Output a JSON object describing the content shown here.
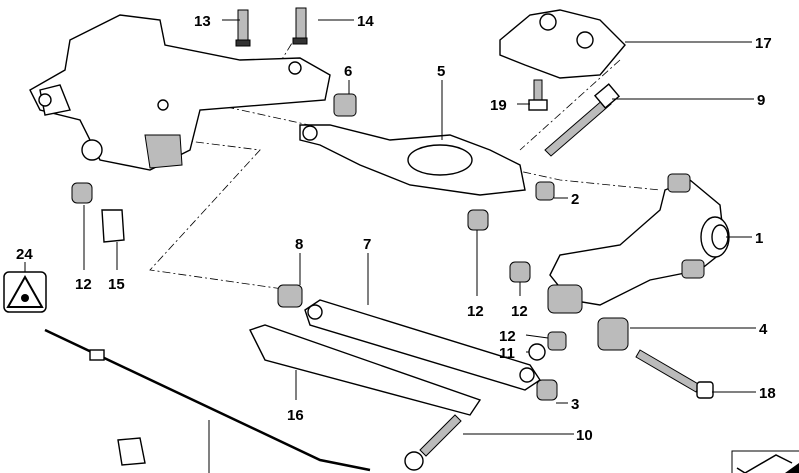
{
  "diagram": {
    "labels": [
      "13",
      "14",
      "17",
      "6",
      "5",
      "19",
      "9",
      "2",
      "1",
      "24",
      "8",
      "7",
      "12",
      "15",
      "12",
      "12",
      "12",
      "11",
      "4",
      "18",
      "3",
      "16",
      "10"
    ]
  }
}
